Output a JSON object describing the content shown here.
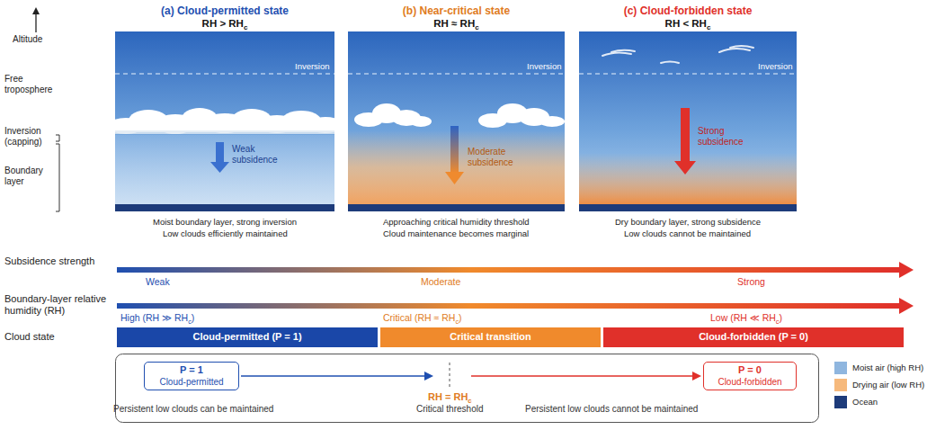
{
  "diagram": {
    "nodes": [
      {
        "text": [
          "(a) Cloud-permitted state",
          "RH > RHc"
        ]
      },
      {
        "text": [
          "(b) Near-critical state",
          "RH ≈ RHc"
        ]
      },
      {
        "text": [
          "(c) Cloud-forbidden state",
          "RH < RHc"
        ]
      },
      {
        "text": [
          "Cloud-permitted (P = 1)"
        ]
      },
      {
        "text": [
          "Critical transition"
        ]
      },
      {
        "text": [
          "Cloud-forbidden (P = 0)"
        ]
      },
      {
        "text": [
          "P = 1",
          "Cloud-permitted"
        ]
      },
      {
        "text": [
          "P = 0",
          "Cloud-forbidden"
        ]
      }
    ],
    "labels": [
      "Altitude",
      "Free troposphere",
      "Inversion (capping)",
      "Boundary layer",
      "Inversion",
      "Weak subsidence",
      "Inversion",
      "Moderate subsidence",
      "Inversion",
      "Strong subsidence",
      "Moist boundary layer, strong inversion",
      "Low clouds efficiently maintained",
      "Approaching critical humidity threshold",
      "Cloud maintenance becomes marginal",
      "Dry boundary layer, strong subsidence",
      "Low clouds cannot be maintained",
      "Subsidence strength",
      "Weak",
      "Moderate",
      "Strong",
      "Boundary-layer relative humidity (RH)",
      "High (RH ≫ RHc)",
      "Critical (RH ≈ RHc)",
      "Low (RH ≪ RHc)",
      "Cloud state",
      "RH = RHc",
      "Critical threshold",
      "Persistent low clouds can be maintained",
      "Persistent low clouds cannot be maintained"
    ],
    "legend": [
      {
        "text": "Moist air (high RH)",
        "color": "#8fb6df"
      },
      {
        "text": "Drying air (low RH)",
        "color": "#f6b97c"
      },
      {
        "text": "Ocean",
        "color": "#1d3b7a"
      }
    ]
  }
}
